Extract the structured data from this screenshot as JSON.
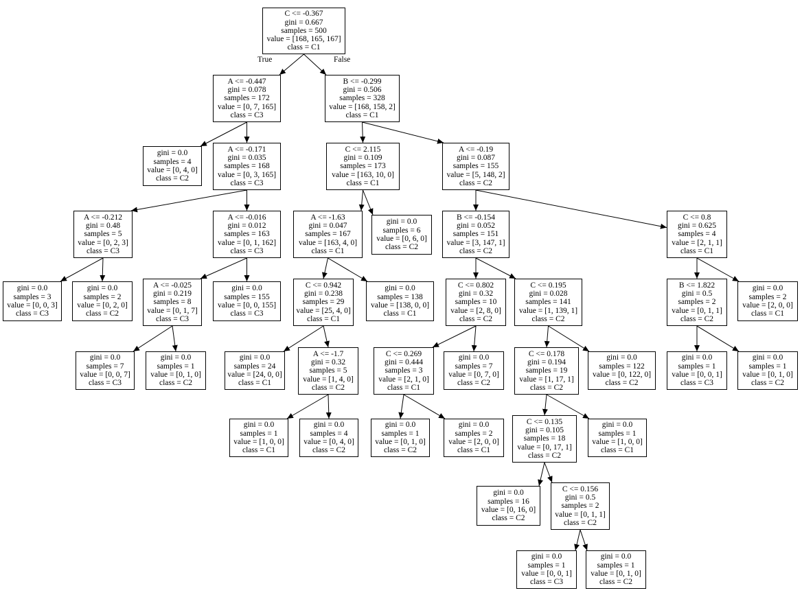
{
  "edge_labels": {
    "true_label": "True",
    "false_label": "False"
  },
  "nodes": {
    "n0": {
      "lines": [
        "C <= -0.367",
        "gini = 0.667",
        "samples = 500",
        "value = [168, 165, 167]",
        "class = C1"
      ]
    },
    "n1": {
      "lines": [
        "A <= -0.447",
        "gini = 0.078",
        "samples = 172",
        "value = [0, 7, 165]",
        "class = C3"
      ]
    },
    "n2": {
      "lines": [
        "B <= -0.299",
        "gini = 0.506",
        "samples = 328",
        "value = [168, 158, 2]",
        "class = C1"
      ]
    },
    "n3": {
      "lines": [
        "gini = 0.0",
        "samples = 4",
        "value = [0, 4, 0]",
        "class = C2"
      ]
    },
    "n4": {
      "lines": [
        "A <= -0.171",
        "gini = 0.035",
        "samples = 168",
        "value = [0, 3, 165]",
        "class = C3"
      ]
    },
    "n5": {
      "lines": [
        "C <= 2.115",
        "gini = 0.109",
        "samples = 173",
        "value = [163, 10, 0]",
        "class = C1"
      ]
    },
    "n6": {
      "lines": [
        "A <= -0.19",
        "gini = 0.087",
        "samples = 155",
        "value = [5, 148, 2]",
        "class = C2"
      ]
    },
    "n7": {
      "lines": [
        "A <= -0.212",
        "gini = 0.48",
        "samples = 5",
        "value = [0, 2, 3]",
        "class = C3"
      ]
    },
    "n8": {
      "lines": [
        "A <= -0.016",
        "gini = 0.012",
        "samples = 163",
        "value = [0, 1, 162]",
        "class = C3"
      ]
    },
    "n9": {
      "lines": [
        "A <= -1.63",
        "gini = 0.047",
        "samples = 167",
        "value = [163, 4, 0]",
        "class = C1"
      ]
    },
    "n10": {
      "lines": [
        "gini = 0.0",
        "samples = 6",
        "value = [0, 6, 0]",
        "class = C2"
      ]
    },
    "n11": {
      "lines": [
        "B <= -0.154",
        "gini = 0.052",
        "samples = 151",
        "value = [3, 147, 1]",
        "class = C2"
      ]
    },
    "n12": {
      "lines": [
        "C <= 0.8",
        "gini = 0.625",
        "samples = 4",
        "value = [2, 1, 1]",
        "class = C1"
      ]
    },
    "n13": {
      "lines": [
        "gini = 0.0",
        "samples = 3",
        "value = [0, 0, 3]",
        "class = C3"
      ]
    },
    "n14": {
      "lines": [
        "gini = 0.0",
        "samples = 2",
        "value = [0, 2, 0]",
        "class = C2"
      ]
    },
    "n15": {
      "lines": [
        "A <= -0.025",
        "gini = 0.219",
        "samples = 8",
        "value = [0, 1, 7]",
        "class = C3"
      ]
    },
    "n16": {
      "lines": [
        "gini = 0.0",
        "samples = 155",
        "value = [0, 0, 155]",
        "class = C3"
      ]
    },
    "n17": {
      "lines": [
        "C <= 0.942",
        "gini = 0.238",
        "samples = 29",
        "value = [25, 4, 0]",
        "class = C1"
      ]
    },
    "n18": {
      "lines": [
        "gini = 0.0",
        "samples = 138",
        "value = [138, 0, 0]",
        "class = C1"
      ]
    },
    "n19": {
      "lines": [
        "C <= 0.802",
        "gini = 0.32",
        "samples = 10",
        "value = [2, 8, 0]",
        "class = C2"
      ]
    },
    "n20": {
      "lines": [
        "C <= 0.195",
        "gini = 0.028",
        "samples = 141",
        "value = [1, 139, 1]",
        "class = C2"
      ]
    },
    "n21": {
      "lines": [
        "B <= 1.822",
        "gini = 0.5",
        "samples = 2",
        "value = [0, 1, 1]",
        "class = C2"
      ]
    },
    "n22": {
      "lines": [
        "gini = 0.0",
        "samples = 2",
        "value = [2, 0, 0]",
        "class = C1"
      ]
    },
    "n23": {
      "lines": [
        "gini = 0.0",
        "samples = 7",
        "value = [0, 0, 7]",
        "class = C3"
      ]
    },
    "n24": {
      "lines": [
        "gini = 0.0",
        "samples = 1",
        "value = [0, 1, 0]",
        "class = C2"
      ]
    },
    "n25": {
      "lines": [
        "gini = 0.0",
        "samples = 24",
        "value = [24, 0, 0]",
        "class = C1"
      ]
    },
    "n26": {
      "lines": [
        "A <= -1.7",
        "gini = 0.32",
        "samples = 5",
        "value = [1, 4, 0]",
        "class = C2"
      ]
    },
    "n27": {
      "lines": [
        "C <= 0.269",
        "gini = 0.444",
        "samples = 3",
        "value = [2, 1, 0]",
        "class = C1"
      ]
    },
    "n28": {
      "lines": [
        "gini = 0.0",
        "samples = 7",
        "value = [0, 7, 0]",
        "class = C2"
      ]
    },
    "n29": {
      "lines": [
        "C <= 0.178",
        "gini = 0.194",
        "samples = 19",
        "value = [1, 17, 1]",
        "class = C2"
      ]
    },
    "n30": {
      "lines": [
        "gini = 0.0",
        "samples = 122",
        "value = [0, 122, 0]",
        "class = C2"
      ]
    },
    "n31": {
      "lines": [
        "gini = 0.0",
        "samples = 1",
        "value = [0, 0, 1]",
        "class = C3"
      ]
    },
    "n32": {
      "lines": [
        "gini = 0.0",
        "samples = 1",
        "value = [0, 1, 0]",
        "class = C2"
      ]
    },
    "n33": {
      "lines": [
        "gini = 0.0",
        "samples = 1",
        "value = [1, 0, 0]",
        "class = C1"
      ]
    },
    "n34": {
      "lines": [
        "gini = 0.0",
        "samples = 4",
        "value = [0, 4, 0]",
        "class = C2"
      ]
    },
    "n35": {
      "lines": [
        "gini = 0.0",
        "samples = 1",
        "value = [0, 1, 0]",
        "class = C2"
      ]
    },
    "n36": {
      "lines": [
        "gini = 0.0",
        "samples = 2",
        "value = [2, 0, 0]",
        "class = C1"
      ]
    },
    "n37": {
      "lines": [
        "C <= 0.135",
        "gini = 0.105",
        "samples = 18",
        "value = [0, 17, 1]",
        "class = C2"
      ]
    },
    "n38": {
      "lines": [
        "gini = 0.0",
        "samples = 1",
        "value = [1, 0, 0]",
        "class = C1"
      ]
    },
    "n39": {
      "lines": [
        "gini = 0.0",
        "samples = 16",
        "value = [0, 16, 0]",
        "class = C2"
      ]
    },
    "n40": {
      "lines": [
        "C <= 0.156",
        "gini = 0.5",
        "samples = 2",
        "value = [0, 1, 1]",
        "class = C2"
      ]
    },
    "n41": {
      "lines": [
        "gini = 0.0",
        "samples = 1",
        "value = [0, 0, 1]",
        "class = C3"
      ]
    },
    "n42": {
      "lines": [
        "gini = 0.0",
        "samples = 1",
        "value = [0, 1, 0]",
        "class = C2"
      ]
    }
  }
}
